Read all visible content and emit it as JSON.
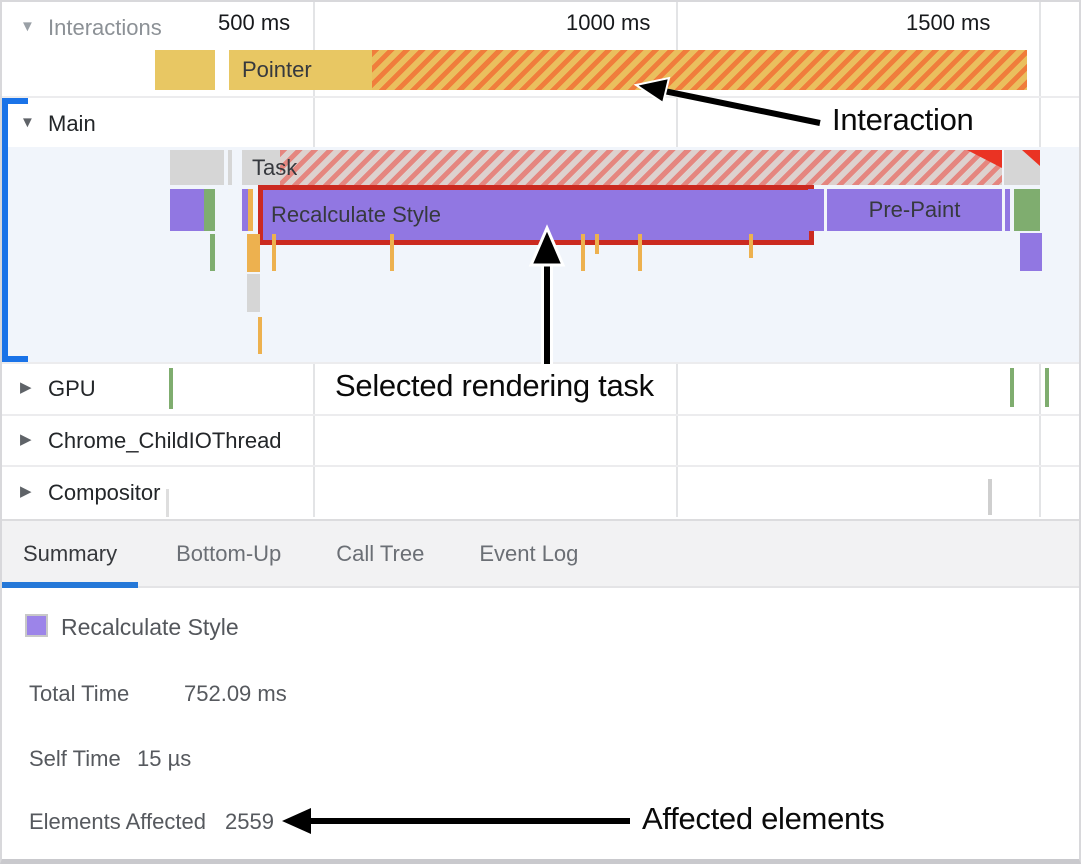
{
  "ruler": {
    "tick_500": "500 ms",
    "tick_1000": "1000 ms",
    "tick_1500": "1500 ms"
  },
  "icons": {
    "expanded": "▼",
    "collapsed": "▶"
  },
  "tracks": {
    "interactions": {
      "label": "Interactions",
      "pointer": "Pointer"
    },
    "main": {
      "label": "Main",
      "task": "Task",
      "selected": "Recalculate Style",
      "prepaint": "Pre-Paint"
    },
    "gpu": {
      "label": "GPU"
    },
    "childio": {
      "label": "Chrome_ChildIOThread"
    },
    "compositor": {
      "label": "Compositor"
    }
  },
  "annotations": {
    "interaction": "Interaction",
    "selected_task": "Selected rendering task",
    "affected": "Affected elements"
  },
  "tabs": {
    "summary": "Summary",
    "bottom_up": "Bottom-Up",
    "call_tree": "Call Tree",
    "event_log": "Event Log"
  },
  "summary": {
    "event_name": "Recalculate Style",
    "total_time_label": "Total Time",
    "total_time_value": "752.09 ms",
    "self_time_label": "Self Time",
    "self_time_value": "15 µs",
    "elements_label": "Elements Affected",
    "elements_value": "2559"
  },
  "colors": {
    "accent_blue": "#1a73e8",
    "purple_event": "#9177e2",
    "interaction_yellow": "#e8c763",
    "interaction_stripe_orange": "#f07d3c",
    "rendering_green": "#7fad6f",
    "selection_red": "#cb2a20",
    "task_stripe_red": "#e5867f",
    "system_gray": "#d6d6d6",
    "event_tick_orange": "#edb14f"
  }
}
